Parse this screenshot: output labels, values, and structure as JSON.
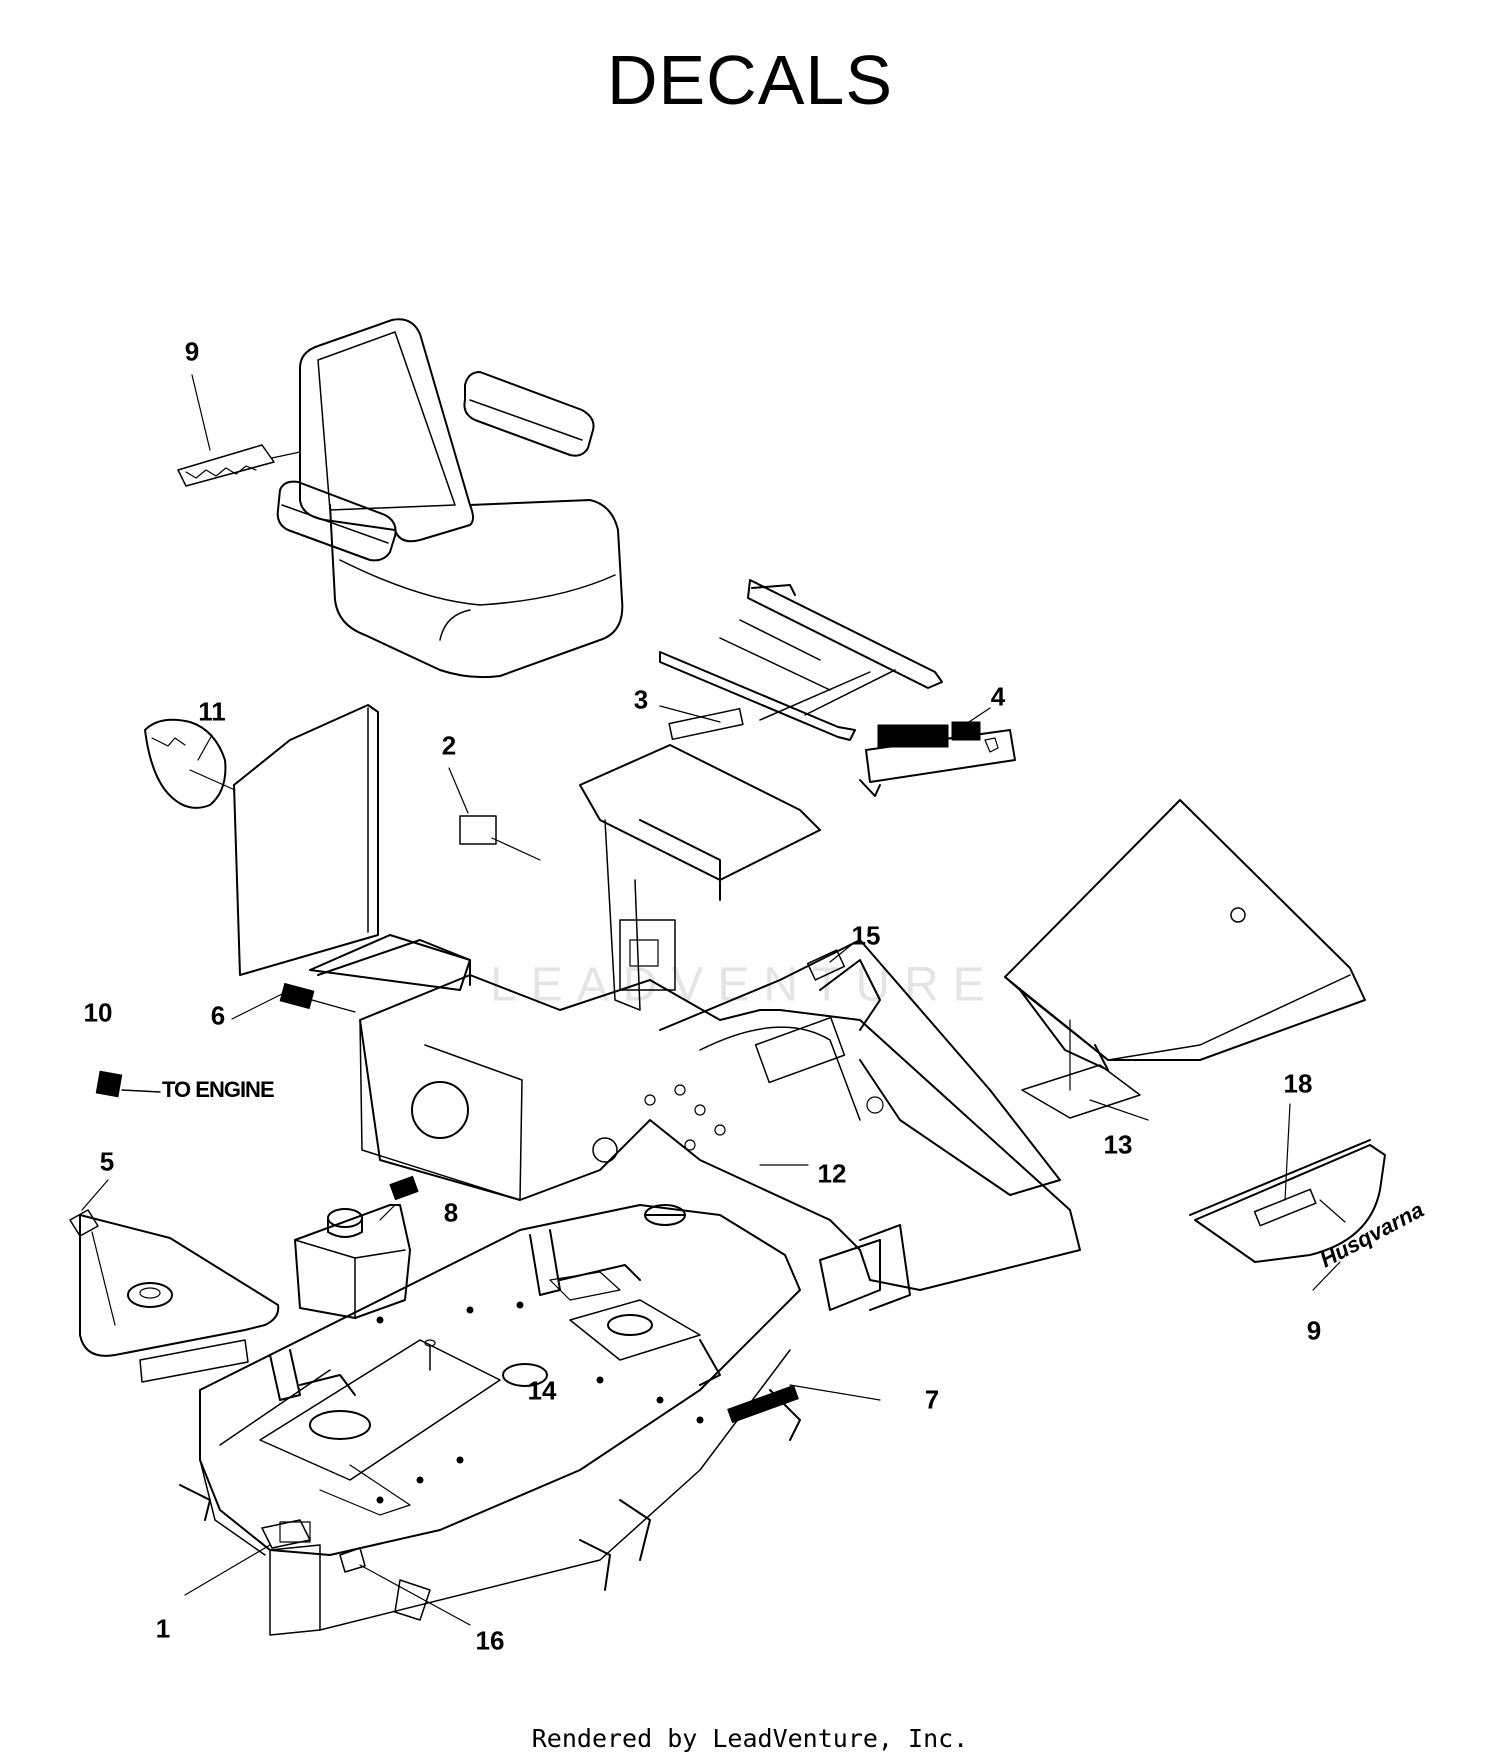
{
  "title": "DECALS",
  "watermark": "LEADVENTURE",
  "footer": "Rendered by LeadVenture, Inc.",
  "note_to_engine": "TO ENGINE",
  "brand_decal": "Husqvarna",
  "callouts": {
    "c1": "1",
    "c2": "2",
    "c3": "3",
    "c4": "4",
    "c5": "5",
    "c6": "6",
    "c7": "7",
    "c8": "8",
    "c9_top": "9",
    "c9_right": "9",
    "c10": "10",
    "c11": "11",
    "c12": "12",
    "c13": "13",
    "c14": "14",
    "c15": "15",
    "c16": "16",
    "c18": "18"
  }
}
